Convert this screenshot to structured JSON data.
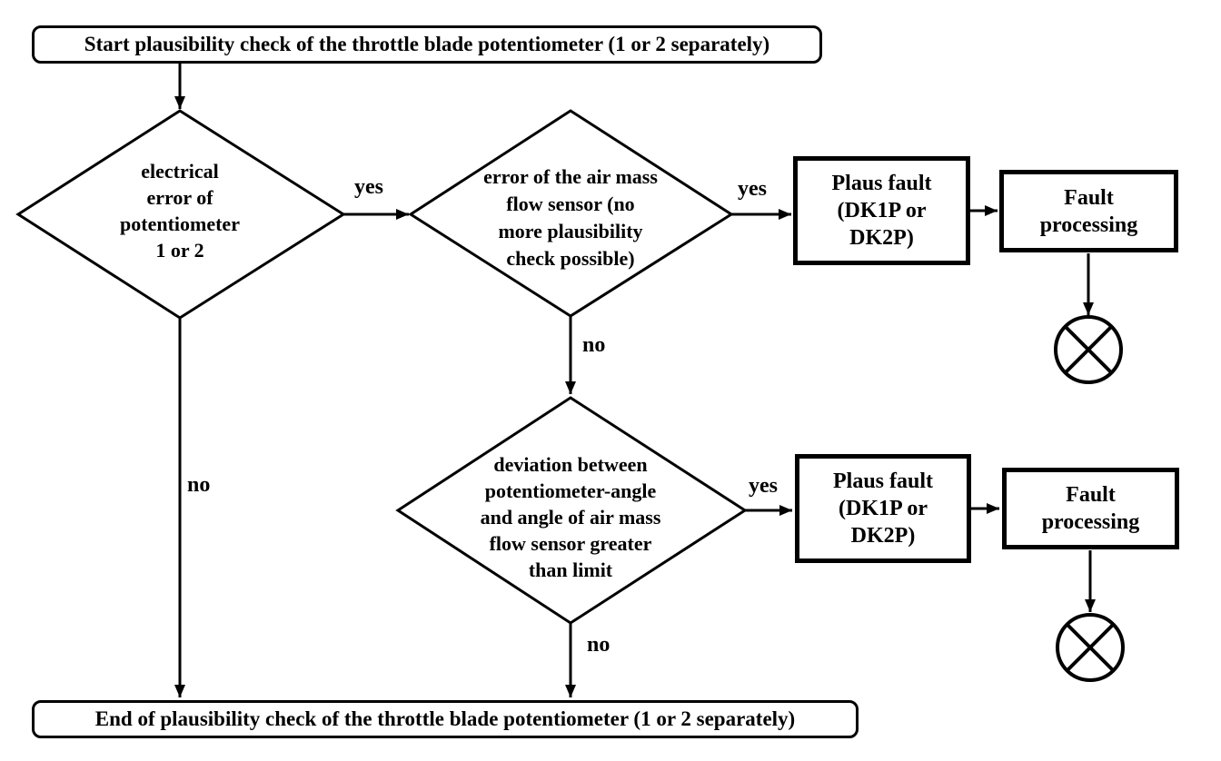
{
  "diagram": {
    "background_color": "#ffffff",
    "line_color": "#000000",
    "nodes": {
      "start": {
        "label": "Start plausibility check of the throttle blade potentiometer (1 or 2 separately)"
      },
      "decision_electrical_error": {
        "lines": [
          "electrical",
          "error of",
          "potentiometer",
          "1 or 2"
        ]
      },
      "decision_air_mass_error": {
        "lines": [
          "error of the air mass",
          "flow sensor (no",
          "more plausibility",
          "check possible)"
        ]
      },
      "decision_deviation": {
        "lines": [
          "deviation between",
          "potentiometer-angle",
          "and angle of air mass",
          "flow sensor greater",
          "than limit"
        ]
      },
      "plaus_fault_top": {
        "lines": [
          "Plaus fault",
          "(DK1P or",
          "DK2P)"
        ]
      },
      "fault_processing_top": {
        "lines": [
          "Fault",
          "processing"
        ]
      },
      "plaus_fault_bottom": {
        "lines": [
          "Plaus fault",
          "(DK1P or",
          "DK2P)"
        ]
      },
      "fault_processing_bottom": {
        "lines": [
          "Fault",
          "processing"
        ]
      },
      "end": {
        "label": "End of plausibility check of the throttle blade potentiometer (1 or 2 separately)"
      }
    },
    "edge_labels": {
      "electrical_yes": "yes",
      "electrical_no": "no",
      "air_mass_yes": "yes",
      "air_mass_no": "no",
      "deviation_yes": "yes",
      "deviation_no": "no"
    }
  }
}
